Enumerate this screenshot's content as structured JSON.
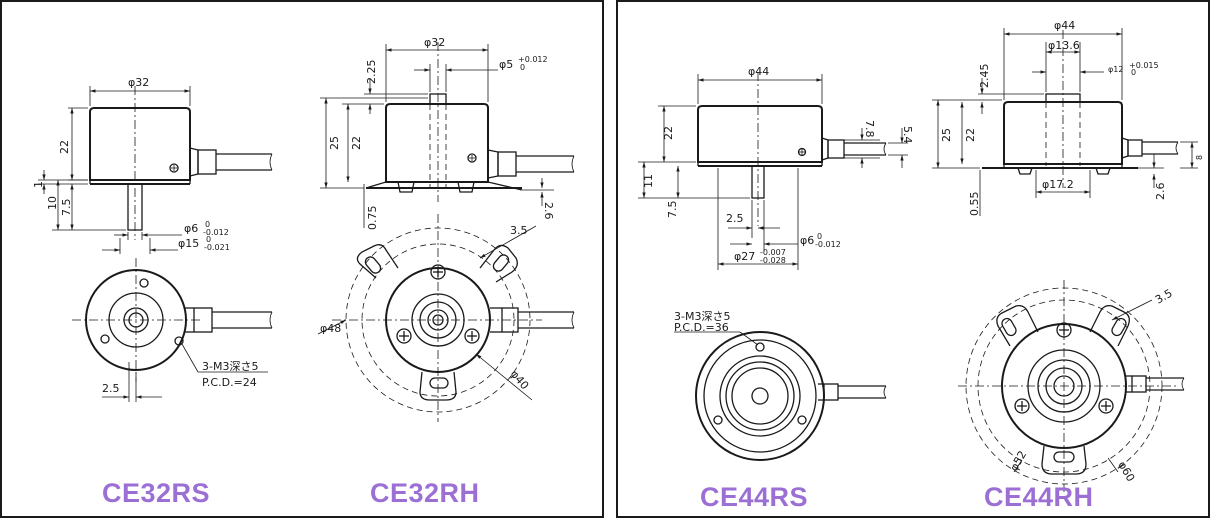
{
  "colors": {
    "model_label": "#9b6fd4",
    "line": "#1a1a1a",
    "border": "#1a1a1a"
  },
  "left_panel": {
    "models": {
      "rs": "CE32RS",
      "rh": "CE32RH"
    },
    "rs": {
      "d_body": "φ32",
      "h_body": "22",
      "h_10": "10",
      "h_1": "1",
      "h_7_5": "7.5",
      "shaft": "φ6",
      "shaft_tol": "-0.012",
      "boss": "φ15",
      "boss_tol": "-0.021",
      "tol_zero": "0",
      "offset": "2.5",
      "holes": "3-M3深さ5",
      "pcd": "P.C.D.=24"
    },
    "rh": {
      "d_body": "φ32",
      "bore": "φ5",
      "bore_tol": "+0.012",
      "tol_zero": "0",
      "h_2_25": "2.25",
      "h_25": "25",
      "h_22": "22",
      "h_0_75": "0.75",
      "h_2_6": "2.6",
      "slot": "3.5",
      "d_48": "φ48",
      "d_40": "φ40"
    }
  },
  "right_panel": {
    "models": {
      "rs": "CE44RS",
      "rh": "CE44RH"
    },
    "rs": {
      "d_body": "φ44",
      "h_22": "22",
      "h_11": "11",
      "h_7_5": "7.5",
      "h_7_8": "7.8",
      "h_5_4": "5.4",
      "offset": "2.5",
      "shaft": "φ6",
      "shaft_tol": "-0.012",
      "tol_zero": "0",
      "boss": "φ27",
      "boss_tol_hi": "-0.007",
      "boss_tol_lo": "-0.028",
      "holes": "3-M3深さ5",
      "pcd": "P.C.D.=36"
    },
    "rh": {
      "d_body": "φ44",
      "d_13_6": "φ13.6",
      "bore": "φ12",
      "bore_tol": "+0.015",
      "tol_zero": "0",
      "h_2_45": "2.45",
      "h_25": "25",
      "h_22": "22",
      "h_0_55": "0.55",
      "d_17_2": "φ17.2",
      "h_2_6": "2.6",
      "h_8": "8",
      "slot": "3.5",
      "d_52": "φ52",
      "d_60": "φ60"
    }
  }
}
